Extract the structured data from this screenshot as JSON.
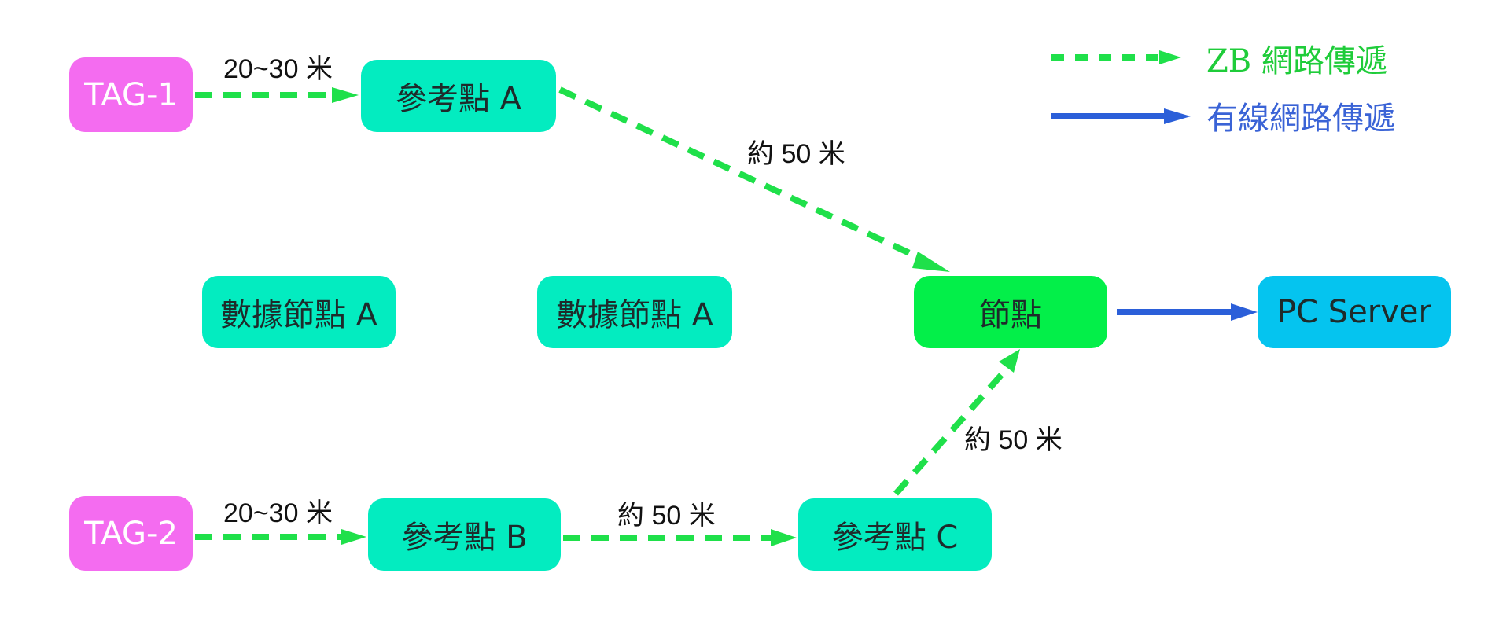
{
  "colors": {
    "tag": "#f46cf0",
    "reference": "#03ecc0",
    "node": "#03ef49",
    "server": "#05c4ef",
    "zb_link": "#1fe04a",
    "wired_link": "#2b5fd9",
    "text_dark": "#1e2b2b",
    "legend_zb_text": "#1fcc3a",
    "legend_wired_text": "#3a63d6"
  },
  "legend": {
    "zb": "ZB  網路傳遞",
    "wired": "有線網路傳遞"
  },
  "nodes": {
    "tag1": "TAG-1",
    "tag2": "TAG-2",
    "ref_a": "參考點 A",
    "ref_b": "參考點 B",
    "ref_c": "參考點 C",
    "data_a1": "數據節點 A",
    "data_a2": "數據節點 A",
    "hub": "節點",
    "server": "PC Server"
  },
  "edges": {
    "tag1_ref_a": "20~30 米",
    "ref_a_hub": "約 50 米",
    "tag2_ref_b": "20~30 米",
    "ref_b_ref_c": "約 50 米",
    "ref_c_hub": "約 50 米"
  }
}
